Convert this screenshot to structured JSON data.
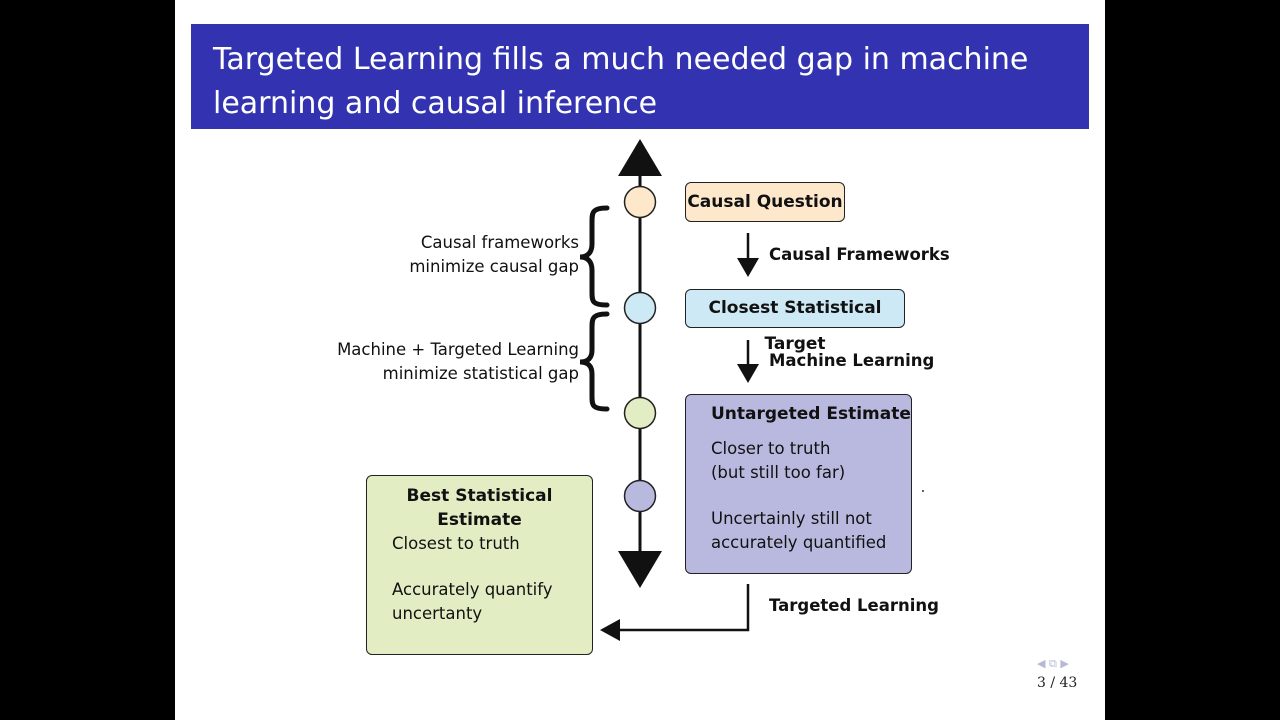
{
  "slide": {
    "title_line_1": "Targeted Learning fills a much needed gap in machine",
    "title_line_2": "learning and causal inference",
    "page_number": "3 / 43"
  },
  "colors": {
    "title_bar": "#3333b2",
    "causal_question": "#fde8cc",
    "statistical_target": "#cde9f5",
    "untargeted_estimate": "#b9b9df",
    "best_estimate": "#e2edc4"
  },
  "boxes": {
    "causal_question": {
      "title": "Causal Question"
    },
    "statistical_target": {
      "title": "Closest Statistical Target"
    },
    "untargeted_estimate": {
      "title": "Untargeted Estimate",
      "lines": [
        "Closer to truth",
        "(but still too far)",
        "Uncertainly still not",
        "accurately quantified"
      ]
    },
    "best_estimate": {
      "title_line_1": "Best Statistical",
      "title_line_2": "Estimate",
      "lines": [
        "Closest to truth",
        "Accurately quantify",
        "uncertanty"
      ]
    }
  },
  "arrows": {
    "causal_frameworks": "Causal Frameworks",
    "machine_learning": "Machine Learning",
    "targeted_learning": "Targeted Learning"
  },
  "braces": {
    "upper": [
      "Causal frameworks",
      "minimize causal gap"
    ],
    "lower": [
      "Machine + Targeted Learning",
      "minimize statistical gap"
    ]
  },
  "nav_icons": [
    "nav-left-icon",
    "frame-icon",
    "nav-right-icon"
  ]
}
